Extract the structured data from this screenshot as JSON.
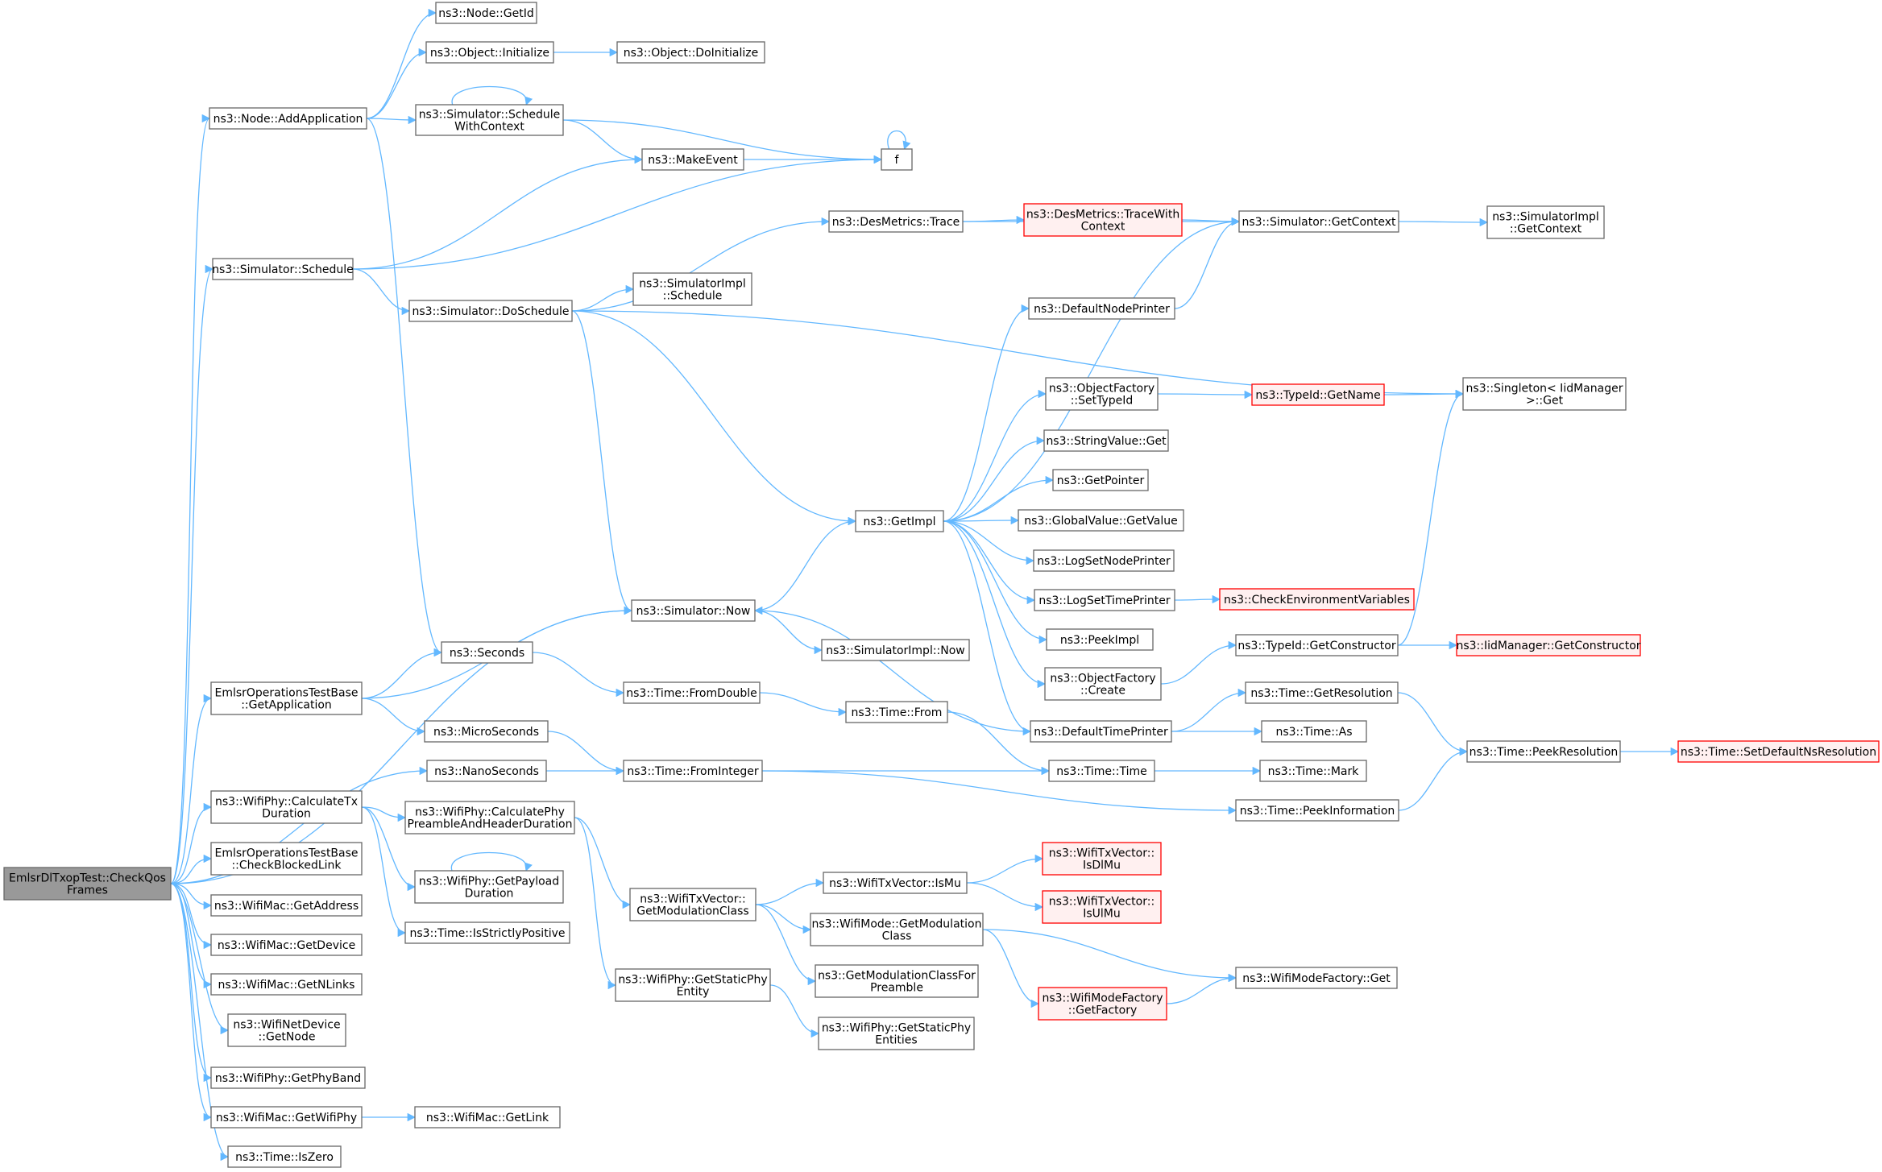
{
  "colors": {
    "edge": "#63b8ff",
    "node_border": "#666666",
    "node_fill": "#ffffff",
    "root_fill": "#999999",
    "truncated_border": "#ff0000",
    "truncated_fill": "#fff0f0",
    "text": "#000000"
  },
  "nodes": [
    {
      "id": "root",
      "lines": [
        "EmlsrDlTxopTest::CheckQos",
        "Frames"
      ],
      "kind": "root"
    },
    {
      "id": "getid",
      "lines": [
        "ns3::Node::GetId"
      ],
      "kind": "normal"
    },
    {
      "id": "objinit",
      "lines": [
        "ns3::Object::Initialize"
      ],
      "kind": "normal"
    },
    {
      "id": "objdoinit",
      "lines": [
        "ns3::Object::DoInitialize"
      ],
      "kind": "normal"
    },
    {
      "id": "addapp",
      "lines": [
        "ns3::Node::AddApplication"
      ],
      "kind": "normal"
    },
    {
      "id": "schedwc",
      "lines": [
        "ns3::Simulator::Schedule",
        "WithContext"
      ],
      "kind": "normal"
    },
    {
      "id": "makeevent",
      "lines": [
        "ns3::MakeEvent"
      ],
      "kind": "normal"
    },
    {
      "id": "f",
      "lines": [
        "f"
      ],
      "kind": "normal"
    },
    {
      "id": "destrace",
      "lines": [
        "ns3::DesMetrics::Trace"
      ],
      "kind": "normal"
    },
    {
      "id": "destracewc",
      "lines": [
        "ns3::DesMetrics::TraceWith",
        "Context"
      ],
      "kind": "truncated"
    },
    {
      "id": "simgetctx",
      "lines": [
        "ns3::Simulator::GetContext"
      ],
      "kind": "normal"
    },
    {
      "id": "simimplgetctx",
      "lines": [
        "ns3::SimulatorImpl",
        "::GetContext"
      ],
      "kind": "normal"
    },
    {
      "id": "simsched",
      "lines": [
        "ns3::Simulator::Schedule"
      ],
      "kind": "normal"
    },
    {
      "id": "simimplsched",
      "lines": [
        "ns3::SimulatorImpl",
        "::Schedule"
      ],
      "kind": "normal"
    },
    {
      "id": "dosched",
      "lines": [
        "ns3::Simulator::DoSchedule"
      ],
      "kind": "normal"
    },
    {
      "id": "defnodeprinter",
      "lines": [
        "ns3::DefaultNodePrinter"
      ],
      "kind": "normal"
    },
    {
      "id": "objfactsettid",
      "lines": [
        "ns3::ObjectFactory",
        "::SetTypeId"
      ],
      "kind": "normal"
    },
    {
      "id": "tidgetname",
      "lines": [
        "ns3::TypeId::GetName"
      ],
      "kind": "truncated"
    },
    {
      "id": "singleton",
      "lines": [
        "ns3::Singleton< IidManager",
        ">::Get"
      ],
      "kind": "normal"
    },
    {
      "id": "strvalget",
      "lines": [
        "ns3::StringValue::Get"
      ],
      "kind": "normal"
    },
    {
      "id": "getpointer",
      "lines": [
        "ns3::GetPointer"
      ],
      "kind": "normal"
    },
    {
      "id": "getimpl",
      "lines": [
        "ns3::GetImpl"
      ],
      "kind": "normal"
    },
    {
      "id": "globvalget",
      "lines": [
        "ns3::GlobalValue::GetValue"
      ],
      "kind": "normal"
    },
    {
      "id": "logsetnode",
      "lines": [
        "ns3::LogSetNodePrinter"
      ],
      "kind": "normal"
    },
    {
      "id": "logsettime",
      "lines": [
        "ns3::LogSetTimePrinter"
      ],
      "kind": "normal"
    },
    {
      "id": "checkenv",
      "lines": [
        "ns3::CheckEnvironmentVariables"
      ],
      "kind": "truncated"
    },
    {
      "id": "simnow",
      "lines": [
        "ns3::Simulator::Now"
      ],
      "kind": "normal"
    },
    {
      "id": "peekimpl",
      "lines": [
        "ns3::PeekImpl"
      ],
      "kind": "normal"
    },
    {
      "id": "tidgetctor",
      "lines": [
        "ns3::TypeId::GetConstructor"
      ],
      "kind": "normal"
    },
    {
      "id": "iidgetctor",
      "lines": [
        "ns3::IidManager::GetConstructor"
      ],
      "kind": "truncated"
    },
    {
      "id": "seconds",
      "lines": [
        "ns3::Seconds"
      ],
      "kind": "normal"
    },
    {
      "id": "simimplnow",
      "lines": [
        "ns3::SimulatorImpl::Now"
      ],
      "kind": "normal"
    },
    {
      "id": "objfactcreate",
      "lines": [
        "ns3::ObjectFactory",
        "::Create"
      ],
      "kind": "normal"
    },
    {
      "id": "emlsrgetapp",
      "lines": [
        "EmlsrOperationsTestBase",
        "::GetApplication"
      ],
      "kind": "normal"
    },
    {
      "id": "timefromdouble",
      "lines": [
        "ns3::Time::FromDouble"
      ],
      "kind": "normal"
    },
    {
      "id": "timegetres",
      "lines": [
        "ns3::Time::GetResolution"
      ],
      "kind": "normal"
    },
    {
      "id": "timefrom",
      "lines": [
        "ns3::Time::From"
      ],
      "kind": "normal"
    },
    {
      "id": "deftimeprinter",
      "lines": [
        "ns3::DefaultTimePrinter"
      ],
      "kind": "normal"
    },
    {
      "id": "timeas",
      "lines": [
        "ns3::Time::As"
      ],
      "kind": "normal"
    },
    {
      "id": "microseconds",
      "lines": [
        "ns3::MicroSeconds"
      ],
      "kind": "normal"
    },
    {
      "id": "peekres",
      "lines": [
        "ns3::Time::PeekResolution"
      ],
      "kind": "normal"
    },
    {
      "id": "setdefns",
      "lines": [
        "ns3::Time::SetDefaultNsResolution"
      ],
      "kind": "truncated"
    },
    {
      "id": "nanoseconds",
      "lines": [
        "ns3::NanoSeconds"
      ],
      "kind": "normal"
    },
    {
      "id": "fromint",
      "lines": [
        "ns3::Time::FromInteger"
      ],
      "kind": "normal"
    },
    {
      "id": "timetime",
      "lines": [
        "ns3::Time::Time"
      ],
      "kind": "normal"
    },
    {
      "id": "timemark",
      "lines": [
        "ns3::Time::Mark"
      ],
      "kind": "normal"
    },
    {
      "id": "calctxdur",
      "lines": [
        "ns3::WifiPhy::CalculateTx",
        "Duration"
      ],
      "kind": "normal"
    },
    {
      "id": "calcpreamble",
      "lines": [
        "ns3::WifiPhy::CalculatePhy",
        "PreambleAndHeaderDuration"
      ],
      "kind": "normal"
    },
    {
      "id": "peekinfo",
      "lines": [
        "ns3::Time::PeekInformation"
      ],
      "kind": "normal"
    },
    {
      "id": "isdlmu",
      "lines": [
        "ns3::WifiTxVector::",
        "IsDlMu"
      ],
      "kind": "truncated"
    },
    {
      "id": "checkblocked",
      "lines": [
        "EmlsrOperationsTestBase",
        "::CheckBlockedLink"
      ],
      "kind": "normal"
    },
    {
      "id": "getpayload",
      "lines": [
        "ns3::WifiPhy::GetPayload",
        "Duration"
      ],
      "kind": "normal"
    },
    {
      "id": "ismu",
      "lines": [
        "ns3::WifiTxVector::IsMu"
      ],
      "kind": "normal"
    },
    {
      "id": "getaddr",
      "lines": [
        "ns3::WifiMac::GetAddress"
      ],
      "kind": "normal"
    },
    {
      "id": "getmodclass",
      "lines": [
        "ns3::WifiTxVector::",
        "GetModulationClass"
      ],
      "kind": "normal"
    },
    {
      "id": "isulmu",
      "lines": [
        "ns3::WifiTxVector::",
        "IsUlMu"
      ],
      "kind": "truncated"
    },
    {
      "id": "modegetmod",
      "lines": [
        "ns3::WifiMode::GetModulation",
        "Class"
      ],
      "kind": "normal"
    },
    {
      "id": "isstrictpos",
      "lines": [
        "ns3::Time::IsStrictlyPositive"
      ],
      "kind": "normal"
    },
    {
      "id": "getdevice",
      "lines": [
        "ns3::WifiMac::GetDevice"
      ],
      "kind": "normal"
    },
    {
      "id": "modefactget",
      "lines": [
        "ns3::WifiModeFactory::Get"
      ],
      "kind": "normal"
    },
    {
      "id": "getstaticphy",
      "lines": [
        "ns3::WifiPhy::GetStaticPhy",
        "Entity"
      ],
      "kind": "normal"
    },
    {
      "id": "getmodpreamble",
      "lines": [
        "ns3::GetModulationClassFor",
        "Preamble"
      ],
      "kind": "normal"
    },
    {
      "id": "getfactory",
      "lines": [
        "ns3::WifiModeFactory",
        "::GetFactory"
      ],
      "kind": "truncated"
    },
    {
      "id": "getnlinks",
      "lines": [
        "ns3::WifiMac::GetNLinks"
      ],
      "kind": "normal"
    },
    {
      "id": "netdevgetnode",
      "lines": [
        "ns3::WifiNetDevice",
        "::GetNode"
      ],
      "kind": "normal"
    },
    {
      "id": "getstaticphies",
      "lines": [
        "ns3::WifiPhy::GetStaticPhy",
        "Entities"
      ],
      "kind": "normal"
    },
    {
      "id": "getphyband",
      "lines": [
        "ns3::WifiPhy::GetPhyBand"
      ],
      "kind": "normal"
    },
    {
      "id": "getwifiphy",
      "lines": [
        "ns3::WifiMac::GetWifiPhy"
      ],
      "kind": "normal"
    },
    {
      "id": "getlink",
      "lines": [
        "ns3::WifiMac::GetLink"
      ],
      "kind": "normal"
    },
    {
      "id": "iszero",
      "lines": [
        "ns3::Time::IsZero"
      ],
      "kind": "normal"
    }
  ],
  "edges": [
    [
      "root",
      "addapp"
    ],
    [
      "root",
      "simsched"
    ],
    [
      "root",
      "simnow"
    ],
    [
      "root",
      "emlsrgetapp"
    ],
    [
      "root",
      "nanoseconds"
    ],
    [
      "root",
      "calctxdur"
    ],
    [
      "root",
      "checkblocked"
    ],
    [
      "root",
      "getaddr"
    ],
    [
      "root",
      "getdevice"
    ],
    [
      "root",
      "getnlinks"
    ],
    [
      "root",
      "netdevgetnode"
    ],
    [
      "root",
      "getphyband"
    ],
    [
      "root",
      "getwifiphy"
    ],
    [
      "root",
      "iszero"
    ],
    [
      "addapp",
      "getid"
    ],
    [
      "addapp",
      "objinit"
    ],
    [
      "addapp",
      "schedwc"
    ],
    [
      "addapp",
      "seconds"
    ],
    [
      "objinit",
      "objdoinit"
    ],
    [
      "schedwc",
      "schedwc"
    ],
    [
      "schedwc",
      "makeevent"
    ],
    [
      "schedwc",
      "f"
    ],
    [
      "makeevent",
      "f"
    ],
    [
      "f",
      "f"
    ],
    [
      "simsched",
      "makeevent"
    ],
    [
      "simsched",
      "f"
    ],
    [
      "simsched",
      "dosched"
    ],
    [
      "dosched",
      "destrace"
    ],
    [
      "dosched",
      "simimplsched"
    ],
    [
      "dosched",
      "singleton"
    ],
    [
      "dosched",
      "getimpl"
    ],
    [
      "dosched",
      "simnow"
    ],
    [
      "destrace",
      "destracewc"
    ],
    [
      "destrace",
      "simgetctx"
    ],
    [
      "destracewc",
      "simgetctx"
    ],
    [
      "simgetctx",
      "simimplgetctx"
    ],
    [
      "getimpl",
      "simgetctx"
    ],
    [
      "getimpl",
      "defnodeprinter"
    ],
    [
      "getimpl",
      "objfactsettid"
    ],
    [
      "getimpl",
      "strvalget"
    ],
    [
      "getimpl",
      "getpointer"
    ],
    [
      "getimpl",
      "globvalget"
    ],
    [
      "getimpl",
      "logsetnode"
    ],
    [
      "getimpl",
      "logsettime"
    ],
    [
      "getimpl",
      "peekimpl"
    ],
    [
      "getimpl",
      "objfactcreate"
    ],
    [
      "getimpl",
      "deftimeprinter"
    ],
    [
      "defnodeprinter",
      "simgetctx"
    ],
    [
      "objfactsettid",
      "tidgetname"
    ],
    [
      "tidgetname",
      "singleton"
    ],
    [
      "logsettime",
      "checkenv"
    ],
    [
      "objfactcreate",
      "tidgetctor"
    ],
    [
      "tidgetctor",
      "iidgetctor"
    ],
    [
      "tidgetctor",
      "singleton"
    ],
    [
      "simnow",
      "getimpl"
    ],
    [
      "simnow",
      "simimplnow"
    ],
    [
      "deftimeprinter",
      "simnow"
    ],
    [
      "deftimeprinter",
      "timegetres"
    ],
    [
      "deftimeprinter",
      "timeas"
    ],
    [
      "emlsrgetapp",
      "seconds"
    ],
    [
      "emlsrgetapp",
      "simnow"
    ],
    [
      "emlsrgetapp",
      "microseconds"
    ],
    [
      "seconds",
      "timefromdouble"
    ],
    [
      "timefromdouble",
      "timefrom"
    ],
    [
      "timefrom",
      "timetime"
    ],
    [
      "microseconds",
      "fromint"
    ],
    [
      "nanoseconds",
      "fromint"
    ],
    [
      "fromint",
      "timetime"
    ],
    [
      "fromint",
      "peekinfo"
    ],
    [
      "timetime",
      "timemark"
    ],
    [
      "timegetres",
      "peekres"
    ],
    [
      "peekinfo",
      "peekres"
    ],
    [
      "peekres",
      "setdefns"
    ],
    [
      "calctxdur",
      "calcpreamble"
    ],
    [
      "calctxdur",
      "getpayload"
    ],
    [
      "calctxdur",
      "isstrictpos"
    ],
    [
      "getpayload",
      "getpayload"
    ],
    [
      "calcpreamble",
      "getmodclass"
    ],
    [
      "calcpreamble",
      "getstaticphy"
    ],
    [
      "getmodclass",
      "ismu"
    ],
    [
      "getmodclass",
      "modegetmod"
    ],
    [
      "getmodclass",
      "getmodpreamble"
    ],
    [
      "ismu",
      "isdlmu"
    ],
    [
      "ismu",
      "isulmu"
    ],
    [
      "modegetmod",
      "modefactget"
    ],
    [
      "modegetmod",
      "getfactory"
    ],
    [
      "getfactory",
      "modefactget"
    ],
    [
      "getstaticphy",
      "getstaticphies"
    ],
    [
      "getwifiphy",
      "getlink"
    ]
  ]
}
